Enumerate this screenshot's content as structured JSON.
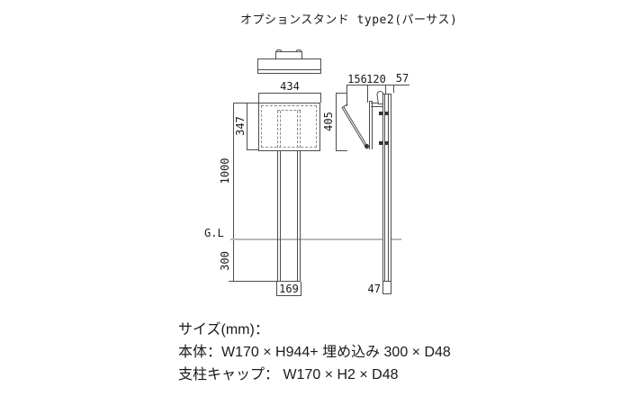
{
  "title": "オプションスタンド type2(パーサス)",
  "front_view": {
    "cap_width": "434",
    "panel_height": "347",
    "above_ground": "1000",
    "embed_depth": "300",
    "base_width": "169",
    "ground_line": "G.L"
  },
  "side_view": {
    "panel_offset": "156",
    "bracket_depth": "120",
    "post_offset": "57",
    "panel_height": "405",
    "post_width": "47"
  },
  "specs": {
    "size_heading": "サイズ(mm)：",
    "body": "本体：W170 × H944+ 埋め込み 300 × D48",
    "post_cap": "支柱キャップ： W170 × H2 × D48"
  },
  "colors": {
    "line": "#4d4d4d",
    "dash": "#8a8a8a",
    "gl": "#b9b9b9",
    "ink": "#1a1a1a"
  }
}
